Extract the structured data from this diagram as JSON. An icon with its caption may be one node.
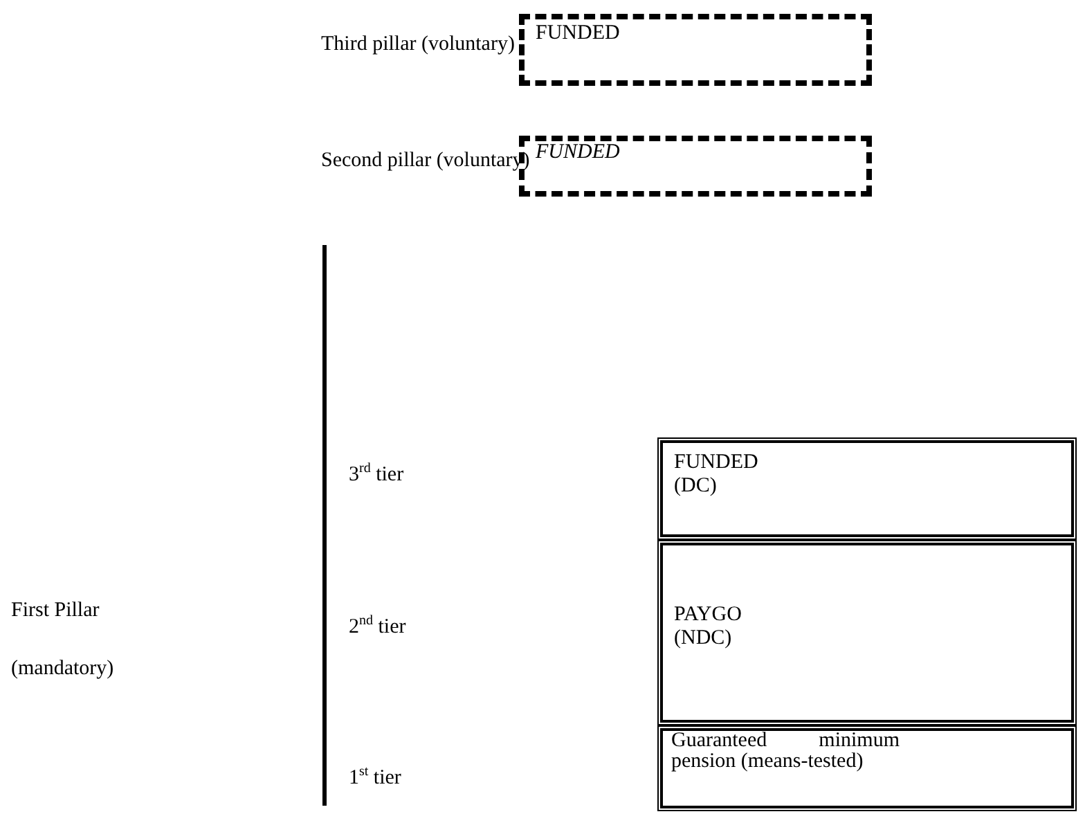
{
  "diagram": {
    "nodes": [
      {
        "text": [
          "FUNDED"
        ],
        "beside": [
          "Third pillar  (voluntary)"
        ]
      },
      {
        "text": [
          "FUNDED"
        ],
        "beside": [
          "Second pillar (voluntary)"
        ]
      },
      {
        "text": [
          "FUNDED (DC)"
        ]
      },
      {
        "text": [
          "PAYGO (NDC)"
        ]
      },
      {
        "text": [
          "Guaranteed minimum pension (means-tested)"
        ]
      }
    ],
    "labels": [
      "3$^{rd}$ tier",
      "First Pillar (mandatory)",
      "2$^{nd}$ tier",
      "1$^{st}$ tier"
    ]
  }
}
